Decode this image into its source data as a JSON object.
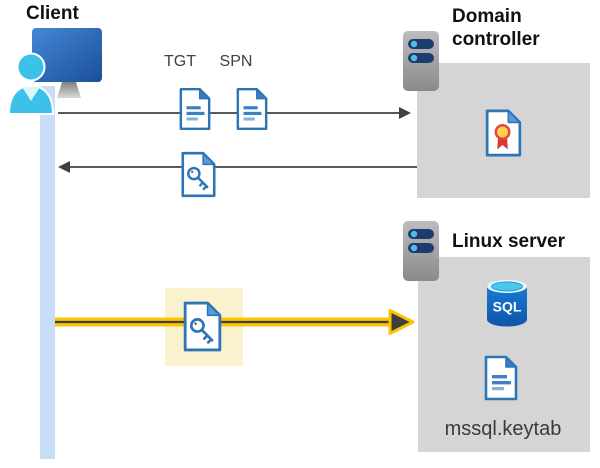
{
  "diagram": {
    "title_none": "",
    "client": {
      "label": "Client",
      "icon": "user-at-computer-icon"
    },
    "domain_controller": {
      "label": "Domain controller",
      "icon": "server-icon",
      "content_icon": "certificate-icon"
    },
    "linux_server": {
      "label": "Linux server",
      "icon": "server-icon",
      "database_icon": "sql-database-icon",
      "database_label": "SQL",
      "keytab_icon": "document-icon",
      "keytab_label": "mssql.keytab"
    },
    "messages": {
      "ticket_request": {
        "direction": "client-to-domain-controller",
        "labels": [
          "TGT",
          "SPN"
        ],
        "icons": [
          "document-icon",
          "document-icon"
        ]
      },
      "ticket_response": {
        "direction": "domain-controller-to-client",
        "icon": "key-document-icon"
      },
      "sql_connection": {
        "direction": "client-to-linux-server",
        "icon": "key-document-icon",
        "highlighted": true
      }
    },
    "colors": {
      "arrow_gray": "#595959",
      "arrow_yellow": "#fdc500",
      "arrow_dark": "#3f3f3f",
      "lifeline_blue": "#c7ddf8",
      "box_gray": "#d5d5d5",
      "highlight_cream": "#faf2ce",
      "doc_border_blue": "#2e75b6",
      "doc_fill_blue": "#3b7cc4",
      "fold_blue": "#5b9bd5",
      "person_cyan": "#3ec1e9",
      "seal_yellow": "#ffd24c",
      "seal_red": "#d6392f",
      "sql_blue": "#1166c2",
      "sql_cyan": "#49c7ec",
      "server_pill_navy": "#1e3b6e",
      "server_dot_blue": "#53bbe8"
    }
  }
}
